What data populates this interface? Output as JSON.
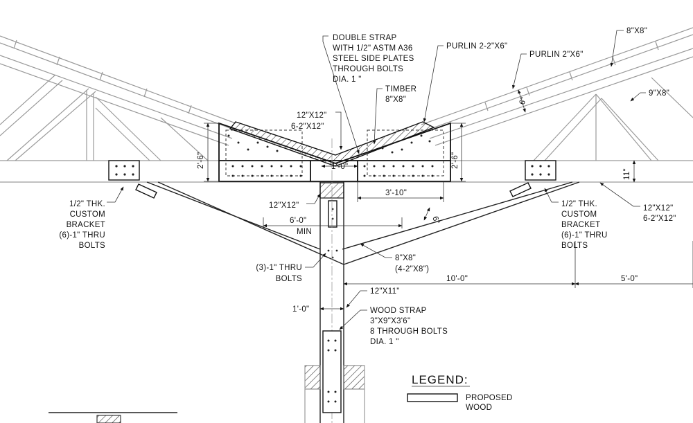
{
  "labels": {
    "double_strap": [
      "DOUBLE STRAP",
      "WITH 1/2\" ASTM A36",
      "STEEL SIDE PLATES",
      "THROUGH BOLTS",
      "DIA. 1 \""
    ],
    "purlin_2_2x6": "PURLIN 2-2\"X6\"",
    "purlin_2x6": "PURLIN 2\"X6\"",
    "top_8x8": "8\"X8\"",
    "timber": [
      "TIMBER",
      "8\"X8\""
    ],
    "beam_12x12": [
      "12\"X12\"",
      "6-2\"X12\""
    ],
    "right_9x8": "9\"X8\"",
    "dim_2_6_left": "2'-6\"",
    "dim_2_6_right": "2'-6\"",
    "dim_1_0_center": "1'-0\"",
    "dim_6_right": "6\"",
    "dim_11": "11\"",
    "dim_3_10": "3'-10\"",
    "left_bracket": [
      "1/2\" THK.",
      "CUSTOM",
      "BRACKET",
      "(6)-1\" THRU",
      "BOLTS"
    ],
    "right_bracket": [
      "1/2\" THK.",
      "CUSTOM",
      "BRACKET",
      "(6)-1\" THRU",
      "BOLTS"
    ],
    "right_12x12": [
      "12\"X12\"",
      "6-2\"X12\""
    ],
    "post_12x12": "12\"X12\"",
    "dim_6_0_min": [
      "6'-0\"",
      "MIN"
    ],
    "dim_6_strut": "6\"",
    "thru_bolts_3": [
      "(3)-1\" THRU",
      "BOLTS"
    ],
    "strut_8x8": [
      "8\"X8\"",
      "(4-2\"X8\")"
    ],
    "dim_10_0": "10'-0\"",
    "dim_5_0": "5'-0\"",
    "post_12x11": "12\"X11\"",
    "dim_1_0_post": "1'-0\"",
    "wood_strap": [
      "WOOD STRAP",
      "3\"X9\"X3'6\"",
      "8 THROUGH BOLTS",
      "DIA. 1 \""
    ],
    "legend_title": "LEGEND:",
    "legend_item": [
      "PROPOSED",
      "WOOD"
    ]
  }
}
